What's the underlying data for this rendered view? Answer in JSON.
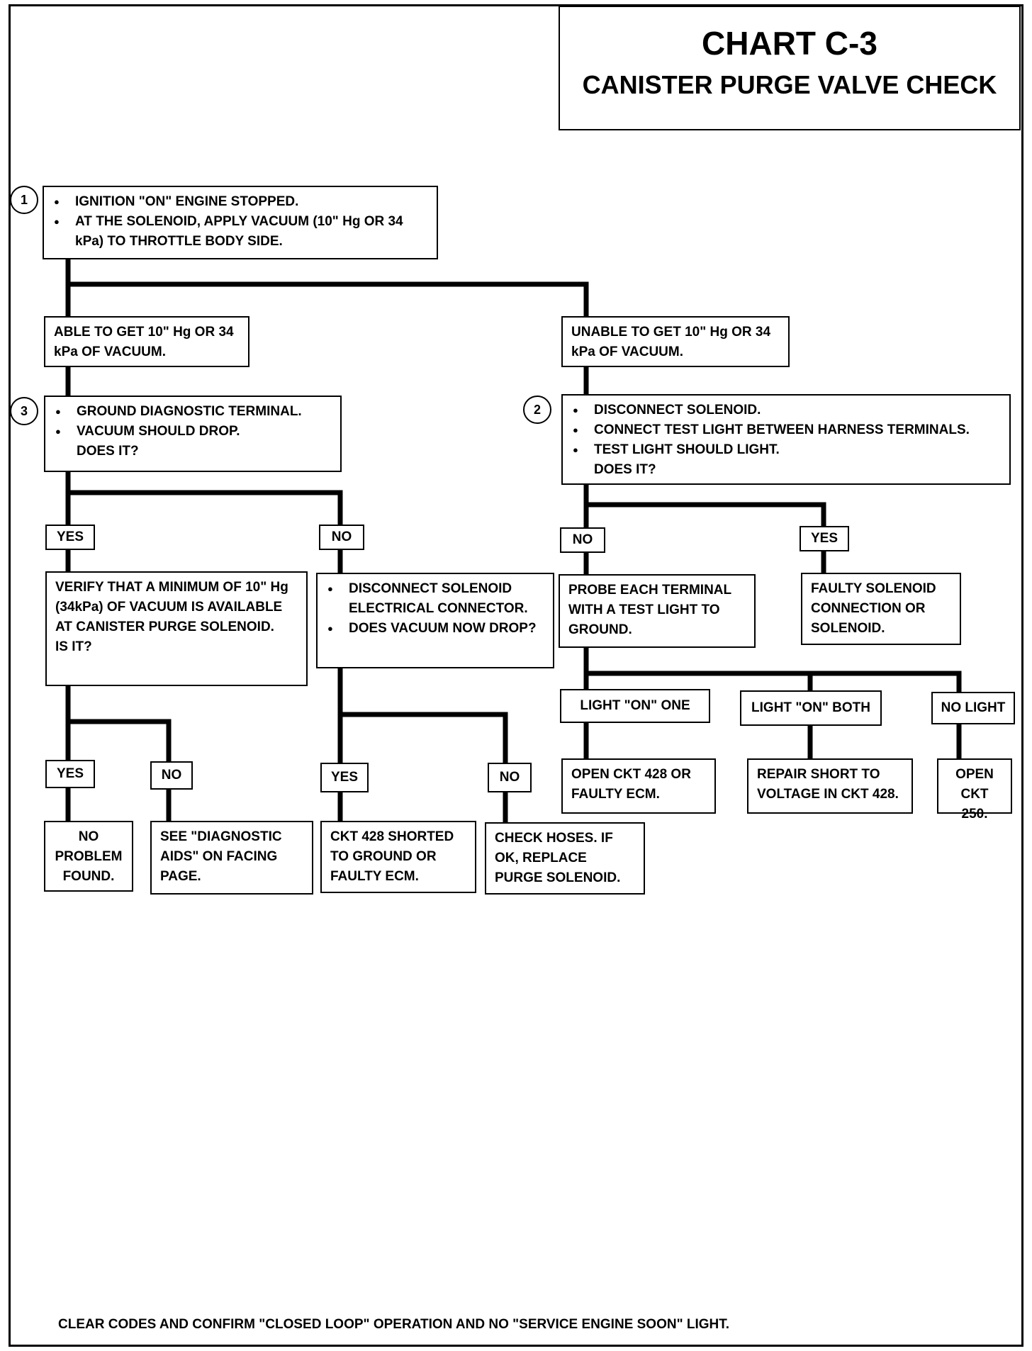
{
  "title": {
    "chart_id": "CHART C-3",
    "subtitle": "CANISTER PURGE VALVE CHECK"
  },
  "step_markers": [
    "1",
    "2",
    "3"
  ],
  "start": {
    "lines": [
      "IGNITION \"ON\" ENGINE STOPPED.",
      "AT THE SOLENOID, APPLY VACUUM (10\" Hg OR 34 kPa) TO THROTTLE BODY SIDE."
    ]
  },
  "able": {
    "text": "ABLE TO GET 10\" Hg OR 34 kPa OF VACUUM."
  },
  "unable": {
    "text": "UNABLE TO GET 10\" Hg OR 34 kPa OF VACUUM."
  },
  "step3": {
    "lines": [
      "GROUND DIAGNOSTIC TERMINAL.",
      "VACUUM SHOULD DROP."
    ],
    "question": "DOES IT?"
  },
  "step2": {
    "lines": [
      "DISCONNECT SOLENOID.",
      "CONNECT TEST LIGHT BETWEEN HARNESS TERMINALS.",
      "TEST LIGHT SHOULD LIGHT."
    ],
    "question": "DOES IT?"
  },
  "labels": {
    "yes": "YES",
    "no": "NO"
  },
  "verify": {
    "text": "VERIFY THAT A MINIMUM OF 10\" Hg (34kPa) OF VACUUM IS AVAILABLE AT CANISTER PURGE SOLENOID.",
    "question": "IS IT?"
  },
  "disconnect_connector": {
    "lines": [
      "DISCONNECT SOLENOID ELECTRICAL CONNECTOR.",
      "DOES VACUUM NOW DROP?"
    ]
  },
  "probe": {
    "text": "PROBE EACH TERMINAL WITH A TEST LIGHT TO GROUND."
  },
  "faulty_solenoid": {
    "text": "FAULTY SOLENOID CONNECTION OR SOLENOID."
  },
  "light_results": {
    "one": "LIGHT \"ON\" ONE",
    "both": "LIGHT \"ON\" BOTH",
    "none": "NO LIGHT"
  },
  "outcomes": {
    "no_problem": "NO PROBLEM FOUND.",
    "see_aids": "SEE \"DIAGNOSTIC AIDS\" ON FACING PAGE.",
    "ckt428_shorted": "CKT 428 SHORTED TO GROUND OR FAULTY ECM.",
    "check_hoses": "CHECK HOSES. IF OK, REPLACE PURGE SOLENOID.",
    "open_ckt428": "OPEN CKT 428 OR FAULTY ECM.",
    "repair_short": "REPAIR SHORT TO VOLTAGE IN CKT 428.",
    "open_ckt250": "OPEN CKT 250."
  },
  "footer": "CLEAR CODES AND CONFIRM \"CLOSED LOOP\" OPERATION AND NO \"SERVICE ENGINE SOON\" LIGHT."
}
